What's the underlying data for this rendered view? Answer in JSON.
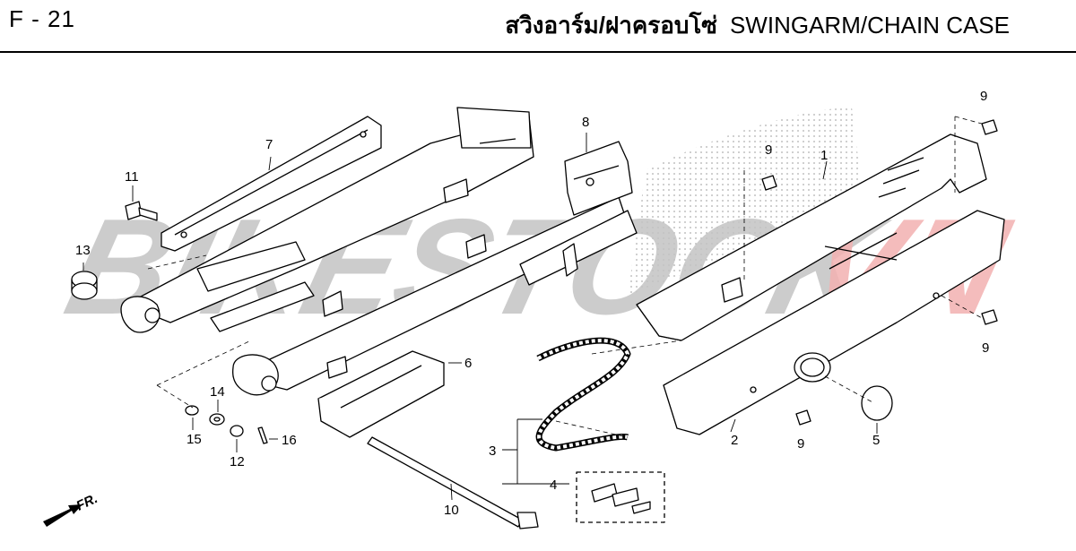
{
  "page_code": "F - 21",
  "title_thai": "สวิงอาร์ม/ฝาครอบโซ่",
  "title_english": "SWINGARM/CHAIN CASE",
  "watermark": {
    "main": "BIKESTOCK",
    "accent": "VN"
  },
  "fr_arrow_label": "FR.",
  "callouts": {
    "c1": "1",
    "c2": "2",
    "c3": "3",
    "c4": "4",
    "c5": "5",
    "c6": "6",
    "c7": "7",
    "c8": "8",
    "c9a": "9",
    "c9b": "9",
    "c9c": "9",
    "c9d": "9",
    "c10": "10",
    "c11": "11",
    "c12": "12",
    "c13": "13",
    "c14": "14",
    "c15": "15",
    "c16": "16"
  },
  "colors": {
    "watermark_main": "#c4c4c4",
    "watermark_accent": "#f3b1b1",
    "line": "#000000"
  }
}
